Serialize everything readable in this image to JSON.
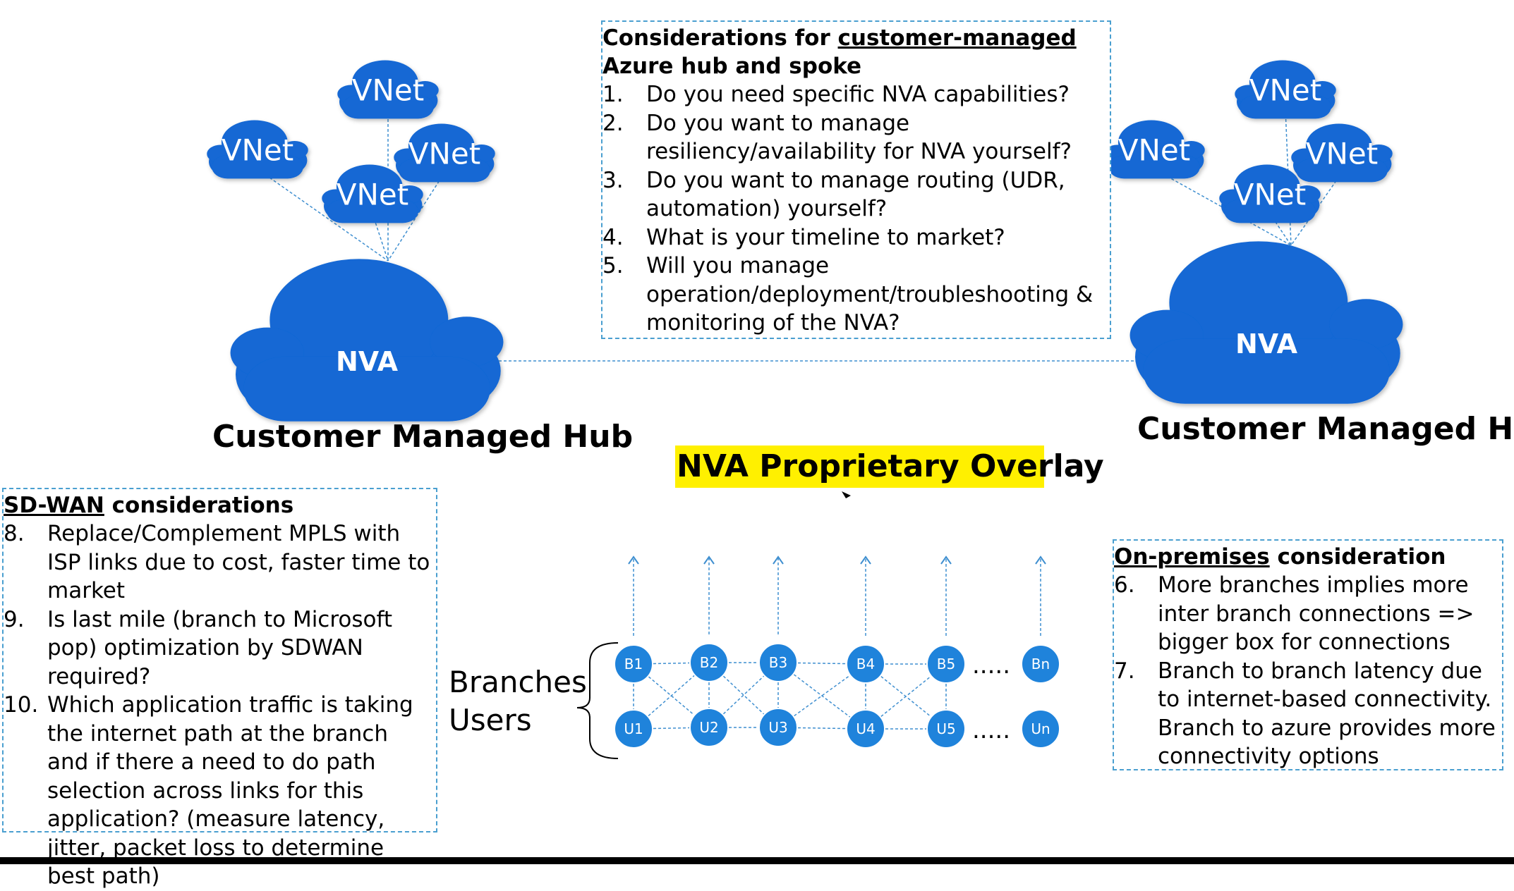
{
  "clouds": {
    "vnet_label": "VNet",
    "nva_label": "NVA"
  },
  "hubs": {
    "left_label": "Customer Managed Hub",
    "right_label": "Customer Managed Hub"
  },
  "overlay_label": "NVA Proprietary Overlay",
  "branch_users_labels": {
    "branches": "Branches",
    "users": "Users"
  },
  "nodes": {
    "branches": [
      "B1",
      "B2",
      "B3",
      "B4",
      "B5",
      "Bn"
    ],
    "users": [
      "U1",
      "U2",
      "U3",
      "U4",
      "U5",
      "Un"
    ],
    "ellipsis": "....."
  },
  "colors": {
    "cloud": "#1267d4",
    "node": "#1f83db",
    "dashed": "#4a9fd0",
    "highlight": "#fff000"
  },
  "top_box": {
    "title_pre": "Considerations for ",
    "title_underlined": "customer-managed ",
    "title_post": "Azure hub and spoke",
    "items": [
      {
        "num": "1.",
        "text": "Do you need specific NVA capabilities?"
      },
      {
        "num": "2.",
        "text": "Do you want to manage resiliency/availability for NVA yourself?"
      },
      {
        "num": "3.",
        "text": "Do you want to manage routing (UDR, automation) yourself?"
      },
      {
        "num": "4.",
        "text": "What is your timeline to market?"
      },
      {
        "num": "5.",
        "text": "Will you manage operation/deployment/troubleshooting & monitoring of the NVA?"
      }
    ]
  },
  "sdwan_box": {
    "title_underlined": "SD-WAN",
    "title_post": " considerations",
    "items": [
      {
        "num": "8.",
        "text": "Replace/Complement MPLS with ISP links due to cost, faster time to market"
      },
      {
        "num": "9.",
        "text": "Is last mile (branch to Microsoft pop) optimization by SDWAN required?"
      },
      {
        "num": "10.",
        "text": "Which application traffic is taking the internet path at the branch and if there a need to do path selection across links for this application? (measure latency, jitter, packet loss to determine best path)"
      }
    ]
  },
  "onprem_box": {
    "title_underlined": "On-premises",
    "title_post": " consideration",
    "items": [
      {
        "num": "6.",
        "text": "More branches implies more inter branch connections => bigger box for connections"
      },
      {
        "num": "7.",
        "text": "Branch to branch latency due to internet-based connectivity. Branch to azure provides more connectivity options"
      }
    ]
  }
}
